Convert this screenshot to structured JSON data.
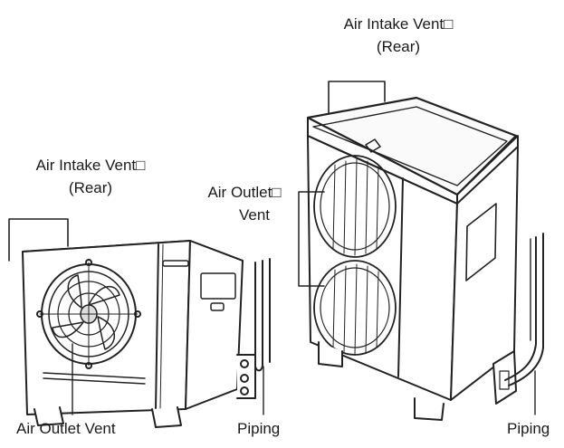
{
  "labels": {
    "left_intake_line1": "Air Intake Vent□",
    "left_intake_line2": "(Rear)",
    "left_outlet": "Air Outlet Vent",
    "left_piping": "Piping",
    "right_intake_line1": "Air Intake Vent□",
    "right_intake_line2": "(Rear)",
    "right_outlet_line1": "Air Outlet□",
    "right_outlet_line2": "Vent",
    "right_piping": "Piping"
  }
}
